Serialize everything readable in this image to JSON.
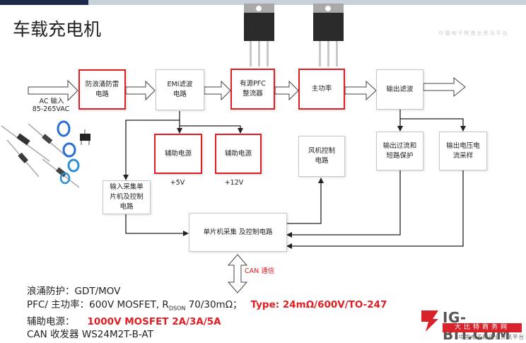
{
  "title": "车载充电机",
  "watermark": "中国电子制造业资讯平台",
  "input": {
    "label": "AC 输入",
    "range": "85-265VAC"
  },
  "blocks": {
    "surge": "防浪涌防雷\n电路",
    "emi": "EMI滤波\n电路",
    "pfc": "有源PFC\n整流器",
    "main_power": "主功率",
    "output_filter": "输出滤波",
    "aux1": "辅助电源",
    "aux2": "辅助电源",
    "fan": "风机控制\n电路",
    "ocp": "输出过流和\n短路保护",
    "sense": "输出电压电\n流采样",
    "input_mcu": "输入采集单\n片机及控制\n电路",
    "mcu": "单片机采集 及控制电路"
  },
  "labels": {
    "v5": "+5V",
    "v12": "+12V",
    "can": "CAN 通信"
  },
  "notes": {
    "surge": "浪涌防护：GDT/MOV",
    "pfc_prefix": "PFC/ 主功率：600V MOSFET, R",
    "pfc_sub": "DSON",
    "pfc_suffix": " 70/30mΩ；",
    "pfc_type": "Type: 24mΩ/600V/TO-247",
    "aux_prefix": "辅助电源：",
    "aux_value": "1000V MOSFET 2A/3A/5A",
    "can": "CAN 收发器 WS24M2T-B-AT"
  },
  "logo": {
    "main": "IG-BIT.COM",
    "bar": "大比特商务网",
    "sub": "中国电子制造业资讯平台"
  },
  "colors": {
    "accent_red": "#e21d24",
    "dark_bar": "#1f2a4a",
    "box_border": "#c8c8c8"
  }
}
